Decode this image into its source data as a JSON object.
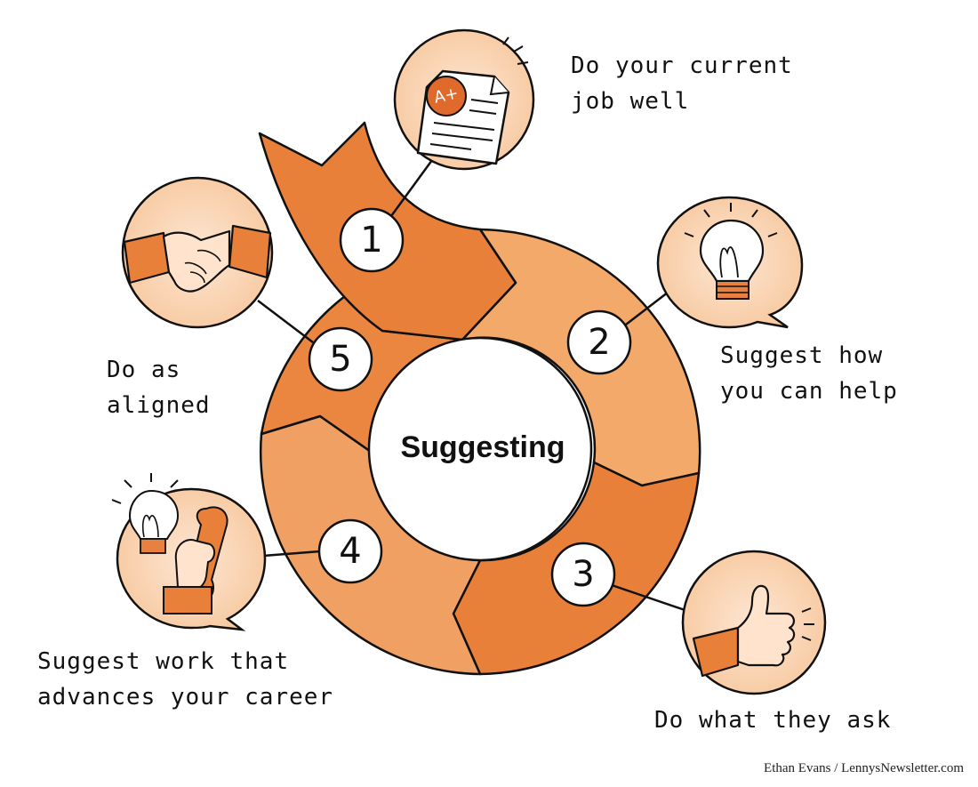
{
  "center": {
    "label": "Suggesting"
  },
  "steps": [
    {
      "number": "1",
      "line1": "Do your current",
      "line2": "job well",
      "icon": "graded-document-icon"
    },
    {
      "number": "2",
      "line1": "Suggest how",
      "line2": "you can help",
      "icon": "lightbulb-icon"
    },
    {
      "number": "3",
      "line1": "Do what they ask",
      "line2": "",
      "icon": "thumbs-up-icon"
    },
    {
      "number": "4",
      "line1": "Suggest work that",
      "line2": "advances your career",
      "icon": "lightbulb-wrench-icon"
    },
    {
      "number": "5",
      "line1": "Do as",
      "line2": "aligned",
      "icon": "handshake-icon"
    }
  ],
  "grade_badge": "A+",
  "credit": "Ethan Evans / LennysNewsletter.com",
  "colors": {
    "ring_dark": "#e8803a",
    "ring_medium": "#ef9a5a",
    "ring_light": "#f6bd8a",
    "bubble_fill": "#fbd9bb",
    "accent": "#e06a2c",
    "stroke": "#111111"
  }
}
